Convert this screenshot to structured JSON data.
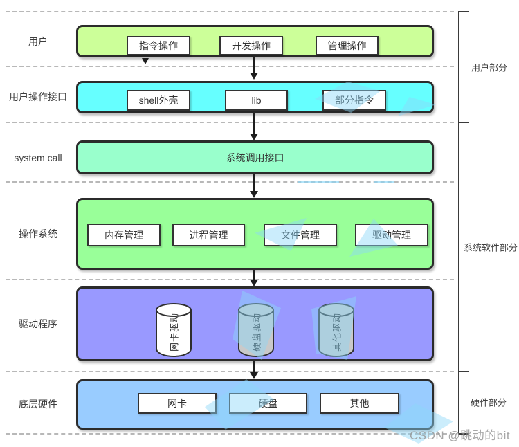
{
  "colors": {
    "band_user": "#ccff99",
    "band_user_interface": "#66ffff",
    "band_system_call": "#99ffcc",
    "band_os": "#99ff99",
    "band_driver": "#9999ff",
    "band_hardware": "#99ccff",
    "cylinder_white": "#ffffff",
    "cylinder_gray": "#c9c9c9",
    "border_dark": "#2b2b2b",
    "watermark_blue": "#8cd7f8"
  },
  "rows": [
    {
      "label": "用户",
      "boxes": [
        "指令操作",
        "开发操作",
        "管理操作"
      ]
    },
    {
      "label": "用户操作接口",
      "boxes": [
        "shell外壳",
        "lib",
        "部分指令"
      ]
    },
    {
      "label": "system call",
      "band_title": "系统调用接口"
    },
    {
      "label": "操作系统",
      "boxes": [
        "内存管理",
        "进程管理",
        "文件管理",
        "驱动管理"
      ]
    },
    {
      "label": "驱动程序",
      "cylinders": [
        "网卡驱动",
        "硬盘驱动",
        "其他驱动"
      ]
    },
    {
      "label": "底层硬件",
      "boxes": [
        "网卡",
        "硬盘",
        "其他"
      ]
    }
  ],
  "brackets": [
    {
      "label": "用户部分"
    },
    {
      "label": "系统软件部分"
    },
    {
      "label": "硬件部分"
    }
  ],
  "watermark_text": "CSDN @跳动的bit"
}
